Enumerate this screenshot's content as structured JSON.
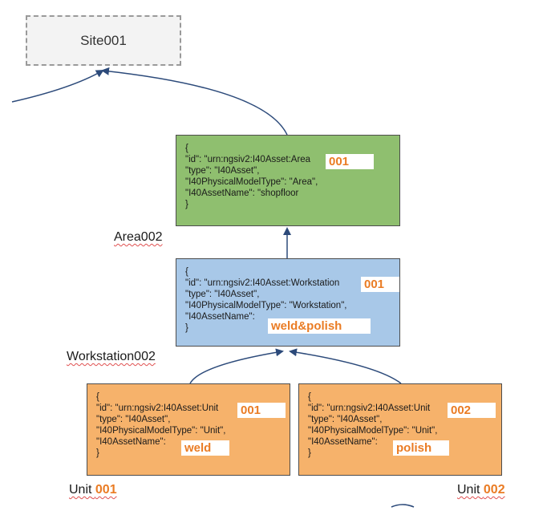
{
  "site": {
    "label": "Site001"
  },
  "area": {
    "lines": [
      "{",
      "\"id\": \"urn:ngsiv2:I40Asset:Area",
      "\"type\": \"I40Asset\",",
      "\"I40PhysicalModelType\": \"Area\",",
      "\"I40AssetName\": \"shopfloor",
      "}"
    ],
    "id_tag": "001",
    "caption": "Area002"
  },
  "workstation": {
    "lines": [
      "{",
      "\"id\": \"urn:ngsiv2:I40Asset:Workstation",
      "\"type\": \"I40Asset\",",
      "\"I40PhysicalModelType\": \"Workstation\",",
      "\"I40AssetName\":",
      "}"
    ],
    "id_tag": "001",
    "name_tag": "weld&polish",
    "caption": "Workstation002"
  },
  "unit1": {
    "lines": [
      "{",
      "\"id\": \"urn:ngsiv2:I40Asset:Unit",
      "\"type\": \"I40Asset\",",
      "\"I40PhysicalModelType\": \"Unit\",",
      "\"I40AssetName\":",
      "}"
    ],
    "id_tag": "001",
    "name_tag": "weld",
    "caption_prefix": "Unit",
    "caption_num": "001"
  },
  "unit2": {
    "lines": [
      "{",
      "\"id\": \"urn:ngsiv2:I40Asset:Unit",
      "\"type\": \"I40Asset\",",
      "\"I40PhysicalModelType\": \"Unit\",",
      "\"I40AssetName\":",
      "}"
    ],
    "id_tag": "002",
    "name_tag": "polish",
    "caption_prefix": "Unit",
    "caption_num": "002"
  },
  "colors": {
    "arrow": "#2c4a7a",
    "area_fill": "#8fbf6f",
    "workstation_fill": "#a8c8e8",
    "unit_fill": "#f6b26b",
    "tag_text": "#ea7c24"
  }
}
